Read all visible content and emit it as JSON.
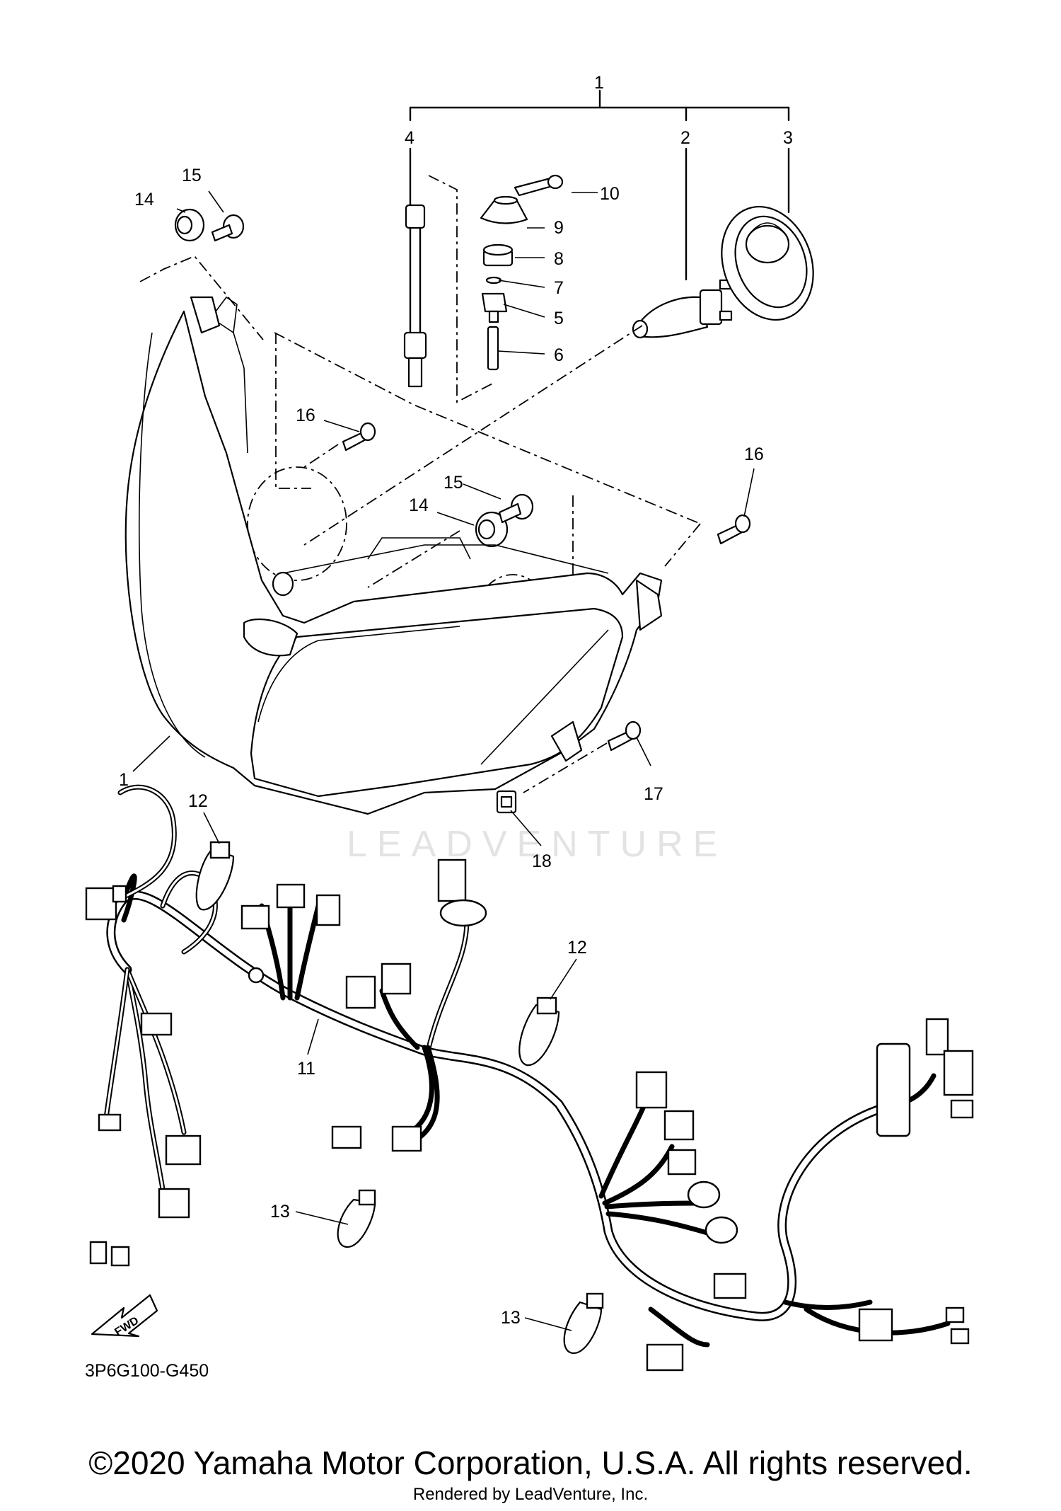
{
  "diagram": {
    "callouts": [
      {
        "id": "c1-top",
        "label": "1"
      },
      {
        "id": "c2",
        "label": "2"
      },
      {
        "id": "c3",
        "label": "3"
      },
      {
        "id": "c4",
        "label": "4"
      },
      {
        "id": "c5",
        "label": "5"
      },
      {
        "id": "c6",
        "label": "6"
      },
      {
        "id": "c7",
        "label": "7"
      },
      {
        "id": "c8",
        "label": "8"
      },
      {
        "id": "c9",
        "label": "9"
      },
      {
        "id": "c10",
        "label": "10"
      },
      {
        "id": "c14a",
        "label": "14"
      },
      {
        "id": "c15a",
        "label": "15"
      },
      {
        "id": "c16a",
        "label": "16"
      },
      {
        "id": "c15b",
        "label": "15"
      },
      {
        "id": "c14b",
        "label": "14"
      },
      {
        "id": "c16b",
        "label": "16"
      },
      {
        "id": "c1-left",
        "label": "1"
      },
      {
        "id": "c17",
        "label": "17"
      },
      {
        "id": "c18",
        "label": "18"
      },
      {
        "id": "c12a",
        "label": "12"
      },
      {
        "id": "c12b",
        "label": "12"
      },
      {
        "id": "c11",
        "label": "11"
      },
      {
        "id": "c13a",
        "label": "13"
      },
      {
        "id": "c13b",
        "label": "13"
      }
    ],
    "fwd_label": "FWD",
    "diagram_code": "3P6G100-G450",
    "watermark": "LEADVENTURE"
  },
  "footer": {
    "copyright": "©2020 Yamaha Motor Corporation, U.S.A. All rights reserved.",
    "rendered_by": "Rendered by LeadVenture, Inc."
  }
}
